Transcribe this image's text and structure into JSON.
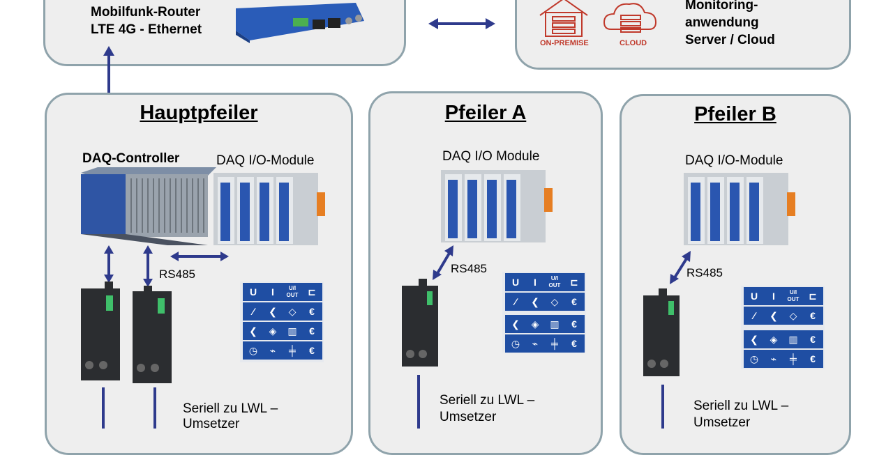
{
  "top": {
    "router_label_1": "Mobilfunk-Router",
    "router_label_2": "LTE 4G - Ethernet",
    "monitoring_label_1": "Monitoring-",
    "monitoring_label_2": "anwendung",
    "monitoring_label_3": "Server / Cloud",
    "on_premise": "ON-PREMISE",
    "cloud": "CLOUD"
  },
  "main": {
    "title": "Hauptpfeiler",
    "controller_label": "DAQ-Controller",
    "module_label": "DAQ I/O-Module",
    "rs485": "RS485",
    "converter_line1": "Seriell zu LWL –",
    "converter_line2": "Umsetzer"
  },
  "pillar_a": {
    "title": "Pfeiler A",
    "module_label": "DAQ I/O Module",
    "rs485": "RS485",
    "converter_line1": "Seriell zu LWL –",
    "converter_line2": "Umsetzer"
  },
  "pillar_b": {
    "title": "Pfeiler B",
    "module_label": "DAQ I/O-Module",
    "rs485": "RS485",
    "converter_line1": "Seriell zu LWL –",
    "converter_line2": "Umsetzer"
  },
  "signal_tiles": {
    "u": "U",
    "i": "I",
    "out_line1": "U/I",
    "out_line2": "OUT"
  },
  "colors": {
    "panel_bg": "#eeeeee",
    "panel_border": "#8fa3ab",
    "arrow": "#2e3a8c",
    "tile_blue": "#1f4ea3",
    "cloud_red": "#c0392b"
  }
}
